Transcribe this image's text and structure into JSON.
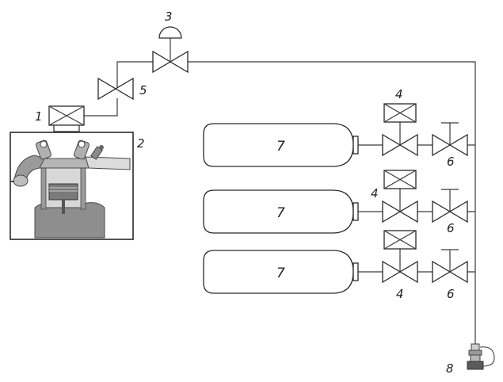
{
  "labels": {
    "pressure_sensor": "1",
    "engine": "2",
    "pressure_regulator": "3",
    "solenoid_valve_top": "4",
    "solenoid_valve_mid": "4",
    "solenoid_valve_bot": "4",
    "check_valve": "5",
    "manual_valve_top": "6",
    "manual_valve_mid": "6",
    "manual_valve_bot": "6",
    "cylinder_top": "7",
    "cylinder_mid": "7",
    "cylinder_bot": "7",
    "filling_connector": "8"
  },
  "colors": {
    "line": "#3a3a3a",
    "engine_fill": "#8e8e8e",
    "background": "#ffffff"
  },
  "icons": [
    "pressure-sensor-icon",
    "engine-icon",
    "regulator-icon",
    "solenoid-valve-icon",
    "manual-valve-icon",
    "gas-cylinder-icon",
    "filling-connector-icon"
  ]
}
